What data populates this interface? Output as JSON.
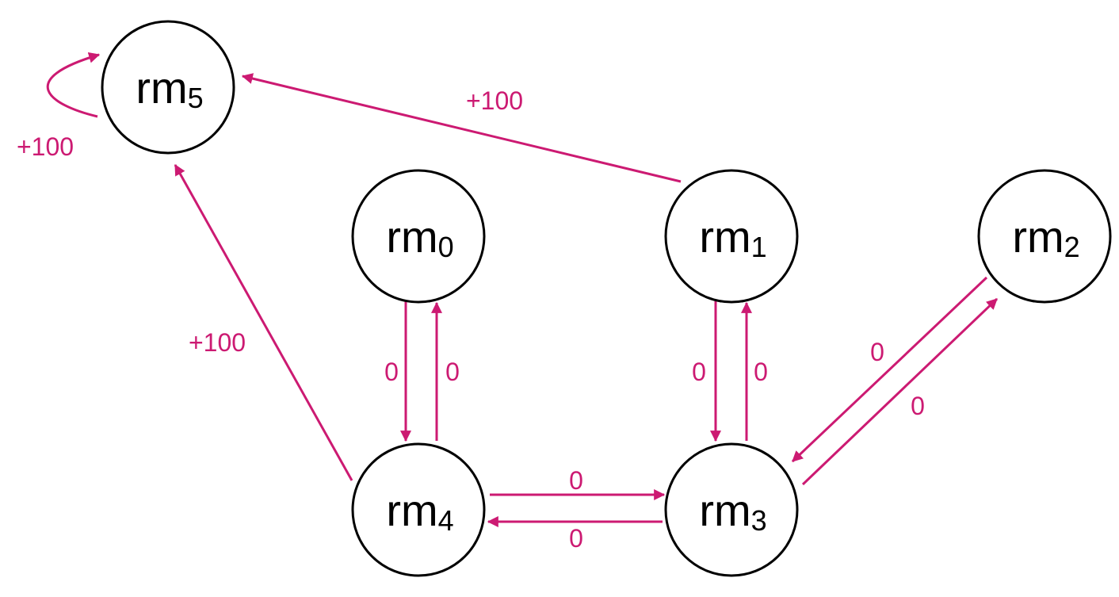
{
  "colors": {
    "edge": "#cc1a72",
    "node_stroke": "#000000",
    "node_fill": "#ffffff",
    "background": "#ffffff"
  },
  "nodes": [
    {
      "id": "rm5",
      "base": "rm",
      "sub": "5"
    },
    {
      "id": "rm0",
      "base": "rm",
      "sub": "0"
    },
    {
      "id": "rm1",
      "base": "rm",
      "sub": "1"
    },
    {
      "id": "rm2",
      "base": "rm",
      "sub": "2"
    },
    {
      "id": "rm4",
      "base": "rm",
      "sub": "4"
    },
    {
      "id": "rm3",
      "base": "rm",
      "sub": "3"
    }
  ],
  "edges": [
    {
      "from": "rm5",
      "to": "rm5",
      "label": "+100"
    },
    {
      "from": "rm1",
      "to": "rm5",
      "label": "+100"
    },
    {
      "from": "rm4",
      "to": "rm5",
      "label": "+100"
    },
    {
      "from": "rm0",
      "to": "rm4",
      "label": "0"
    },
    {
      "from": "rm4",
      "to": "rm0",
      "label": "0"
    },
    {
      "from": "rm1",
      "to": "rm3",
      "label": "0"
    },
    {
      "from": "rm3",
      "to": "rm1",
      "label": "0"
    },
    {
      "from": "rm2",
      "to": "rm3",
      "label": "0"
    },
    {
      "from": "rm3",
      "to": "rm2",
      "label": "0"
    },
    {
      "from": "rm4",
      "to": "rm3",
      "label": "0"
    },
    {
      "from": "rm3",
      "to": "rm4",
      "label": "0"
    }
  ]
}
